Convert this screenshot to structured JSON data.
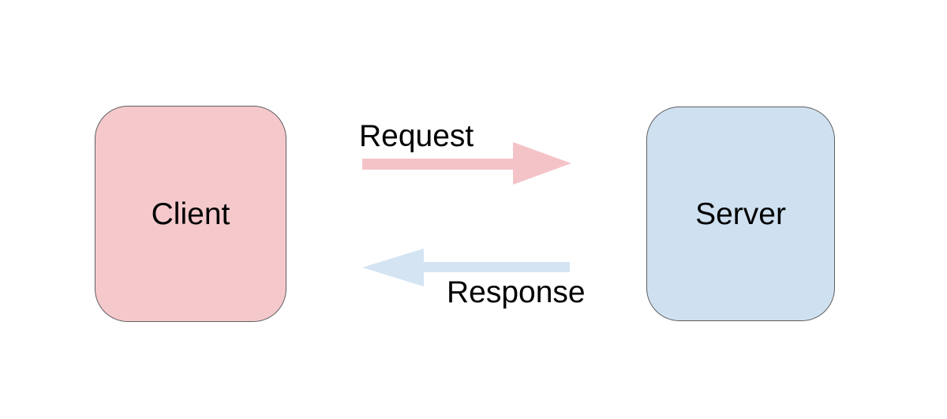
{
  "diagram": {
    "type": "flow",
    "nodes": [
      {
        "id": "client",
        "label": "Client",
        "fill": "#f5c9cc",
        "border": "#5f5f5f",
        "text_color": "#000000"
      },
      {
        "id": "server",
        "label": "Server",
        "fill": "#cfe1f1",
        "border": "#5f5f5f",
        "text_color": "#000000"
      }
    ],
    "edges": [
      {
        "id": "request",
        "label": "Request",
        "from": "client",
        "to": "server",
        "direction": "right",
        "color": "#f4c3c8"
      },
      {
        "id": "response",
        "label": "Response",
        "from": "server",
        "to": "client",
        "direction": "left",
        "color": "#d4e4f3"
      }
    ],
    "background": "#ffffff"
  }
}
